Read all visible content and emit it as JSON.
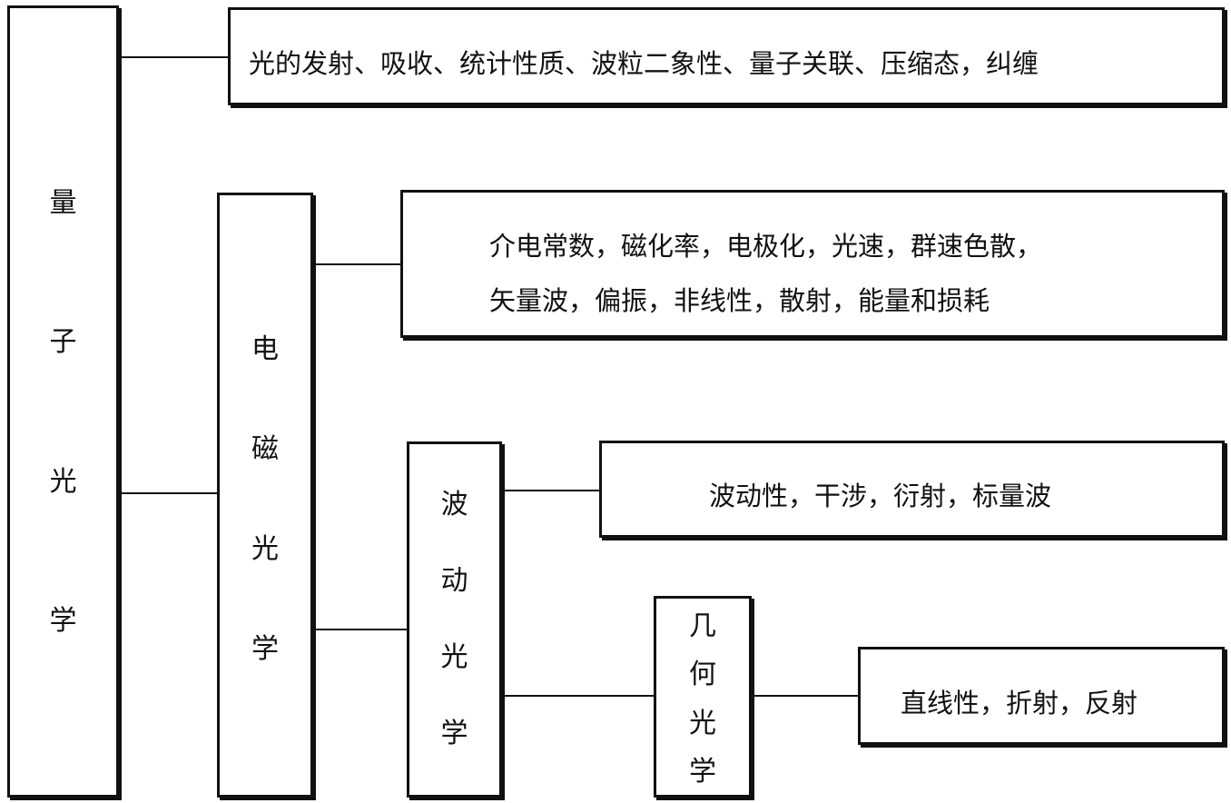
{
  "diagram": {
    "quantum": {
      "label": [
        "量",
        "子",
        "光",
        "学"
      ]
    },
    "electromagnetic": {
      "label": [
        "电",
        "磁",
        "光",
        "学"
      ]
    },
    "wave": {
      "label": [
        "波",
        "动",
        "光",
        "学"
      ]
    },
    "geometric": {
      "label": [
        "几",
        "何",
        "光",
        "学"
      ]
    },
    "quantum_desc": "光的发射、吸收、统计性质、波粒二象性、量子关联、压缩态，纠缠",
    "em_desc_line1": "介电常数，磁化率，电极化，光速，群速色散，",
    "em_desc_line2": "矢量波，偏振，非线性，散射，能量和损耗",
    "wave_desc": "波动性，干涉，衍射，标量波",
    "geometric_desc": "直线性，折射，反射"
  }
}
